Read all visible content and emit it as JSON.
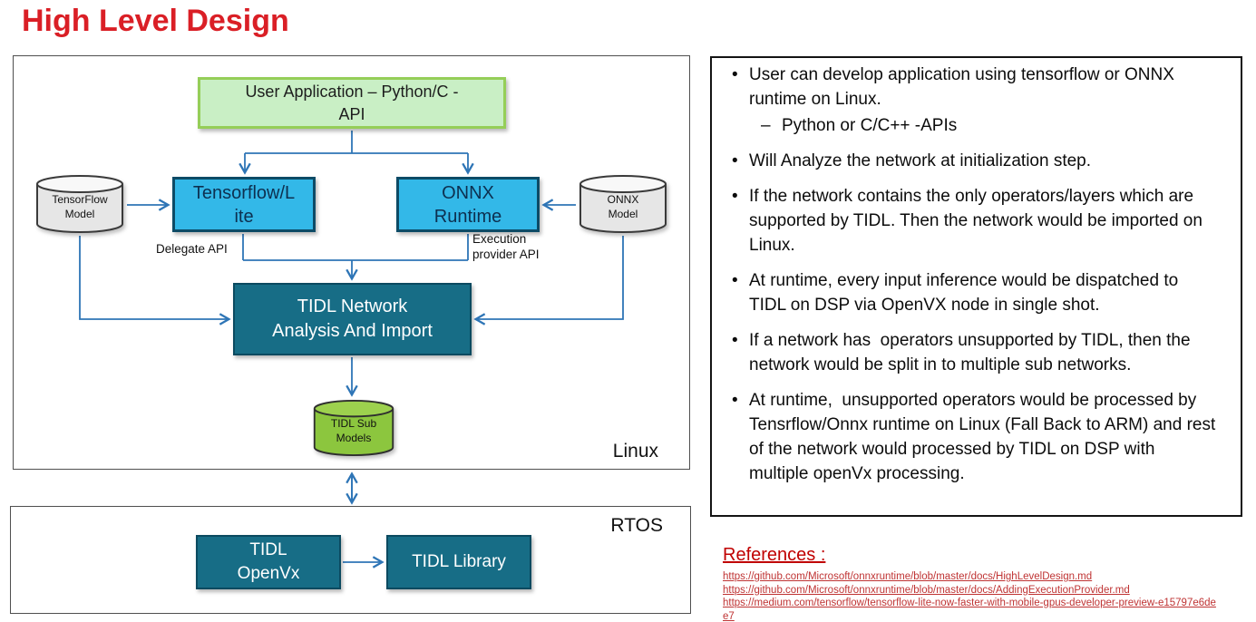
{
  "title": "High Level Design",
  "diagram": {
    "linux_label": "Linux",
    "rtos_label": "RTOS",
    "nodes": {
      "user_application": "User Application – Python/C -\nAPI",
      "tensorflow_lite": "Tensorflow/L\nite",
      "onnx_runtime": "ONNX\nRuntime",
      "tensorflow_model": "TensorFlow\nModel",
      "onnx_model": "ONNX\nModel",
      "tidl_network": "TIDL Network\nAnalysis And Import",
      "tidl_sub_models": "TIDL Sub\nModels",
      "tidl_openvx": "TIDL\nOpenVx",
      "tidl_library": "TIDL Library"
    },
    "labels": {
      "delegate_api": "Delegate API",
      "execution_provider_api": "Execution\nprovider API"
    }
  },
  "notes": {
    "bullets": [
      {
        "text": "User can develop application using tensorflow or ONNX runtime on Linux.",
        "sub": [
          "Python or C/C++ -APIs"
        ]
      },
      {
        "text": "Will Analyze the network at initialization step."
      },
      {
        "text": "If the network contains the only operators/layers which are supported by TIDL. Then the network would be imported on Linux."
      },
      {
        "text": "At runtime, every input inference would be dispatched to TIDL on DSP via OpenVX node in single shot."
      },
      {
        "text": "If a network has  operators unsupported by TIDL, then the network would be split in to multiple sub networks."
      },
      {
        "text": "At runtime,  unsupported operators would be processed by Tensrflow/Onnx runtime on Linux (Fall Back to ARM) and rest of the network would processed by TIDL on DSP with multiple openVx processing."
      }
    ]
  },
  "references": {
    "heading": "References :",
    "links": [
      "https://github.com/Microsoft/onnxruntime/blob/master/docs/HighLevelDesign.md",
      "https://github.com/Microsoft/onnxruntime/blob/master/docs/AddingExecutionProvider.md",
      "https://medium.com/tensorflow/tensorflow-lite-now-faster-with-mobile-gpus-developer-preview-e15797e6dee7"
    ]
  },
  "colors": {
    "title_red": "#da1f26",
    "green_fill": "#c9efc5",
    "green_border": "#95ce58",
    "cyan_fill": "#33b8e8",
    "cyan_border": "#0d4b66",
    "cyan_text": "#0d3050",
    "teal_fill": "#176d86",
    "teal_border": "#0b4a60",
    "arrow_blue": "#2e75b6",
    "ref_heading_red": "#c00000",
    "link_red": "#bf3333",
    "cyl_green_body": "#8cc63e",
    "cyl_gray_body": "#e6e6e6"
  }
}
